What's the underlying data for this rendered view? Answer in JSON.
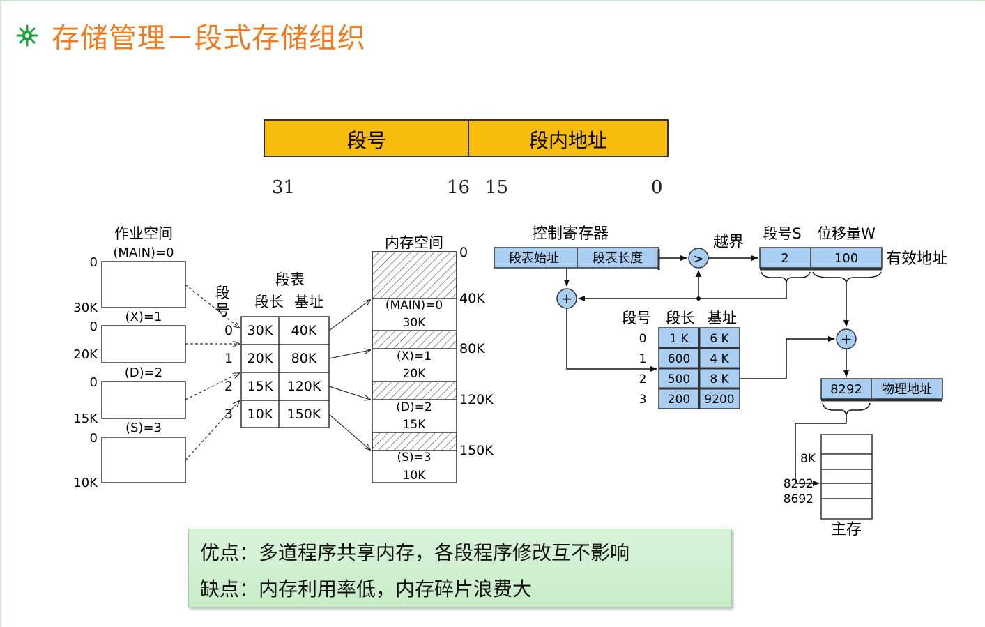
{
  "title": "存储管理－段式存储组织",
  "address_format": {
    "fields": [
      "段号",
      "段内地址"
    ],
    "bits": [
      "31",
      "16",
      "15",
      "0"
    ]
  },
  "left_diagram": {
    "job_space_title": "作业空间",
    "segments": [
      {
        "label": "(MAIN)=0",
        "start": "0",
        "end": "30K"
      },
      {
        "label": "(X)=1",
        "start": "0",
        "end": "20K"
      },
      {
        "label": "(D)=2",
        "start": "0",
        "end": "15K"
      },
      {
        "label": "(S)=3",
        "start": "0",
        "end": "10K"
      }
    ],
    "seg_no_label": "段号",
    "seg_table_title": "段表",
    "seg_table_headers": [
      "段长",
      "基址"
    ],
    "seg_table_rows": [
      {
        "no": "0",
        "len": "30K",
        "base": "40K"
      },
      {
        "no": "1",
        "len": "20K",
        "base": "80K"
      },
      {
        "no": "2",
        "len": "15K",
        "base": "120K"
      },
      {
        "no": "3",
        "len": "10K",
        "base": "150K"
      }
    ],
    "memory_title": "内存空间",
    "memory_blocks": [
      {
        "label": "(MAIN)=0",
        "size": "30K"
      },
      {
        "label": "(X)=1",
        "size": "20K"
      },
      {
        "label": "(D)=2",
        "size": "15K"
      },
      {
        "label": "(S)=3",
        "size": "10K"
      }
    ],
    "memory_marks": [
      "0",
      "40K",
      "80K",
      "120K",
      "150K"
    ]
  },
  "right_diagram": {
    "control_register_title": "控制寄存器",
    "register_fields": [
      "段表始址",
      "段表长度"
    ],
    "compare_symbol": ">",
    "overflow_label": "越界",
    "seg_no_s": "段号S",
    "offset_w": "位移量W",
    "logical_values": [
      "2",
      "100"
    ],
    "valid_address_label": "有效地址",
    "adder_symbol": "+",
    "table_headers": [
      "段号",
      "段长",
      "基址"
    ],
    "table_rows": [
      {
        "no": "0",
        "len": "1 K",
        "base": "6 K"
      },
      {
        "no": "1",
        "len": "600",
        "base": "4 K"
      },
      {
        "no": "2",
        "len": "500",
        "base": "8 K"
      },
      {
        "no": "3",
        "len": "200",
        "base": "9200"
      }
    ],
    "physical_value": "8292",
    "physical_label": "物理地址",
    "memory_marks": [
      "8K",
      "8292",
      "8692"
    ],
    "main_memory_label": "主存"
  },
  "pros": "优点：多道程序共享内存，各段程序修改互不影响",
  "cons": "缺点：内存利用率低，内存碎片浪费大",
  "colors": {
    "title": "#f07a1e",
    "address_field": "#f8bd0c",
    "register_blue": "#a9cef2",
    "box_green": "#d3f0d3"
  }
}
